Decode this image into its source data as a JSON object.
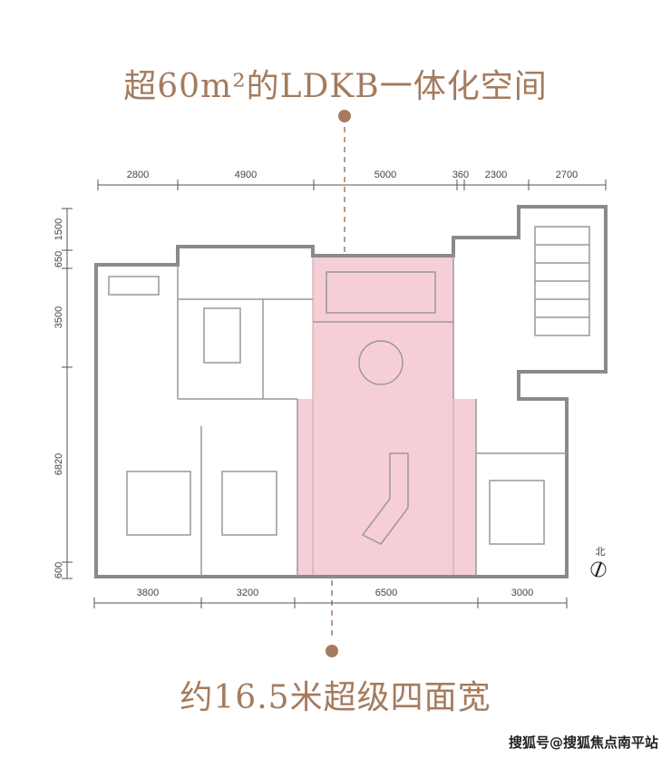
{
  "headline": "超60m²的LDKB一体化空间",
  "subheadline": "约16.5米超级四面宽",
  "watermark": "搜狐号@搜狐焦点南平站",
  "north_label": "北",
  "dimensions": {
    "top": [
      "2800",
      "4900",
      "5000",
      "360",
      "2300",
      "2700"
    ],
    "bottom": [
      "3800",
      "3200",
      "6500",
      "3000"
    ],
    "left": [
      "1500",
      "650",
      "3500",
      "6820",
      "600"
    ]
  },
  "colors": {
    "accent": "#a47b5e",
    "highlight": "#f6cfd6",
    "wall": "#8a8a8a"
  }
}
